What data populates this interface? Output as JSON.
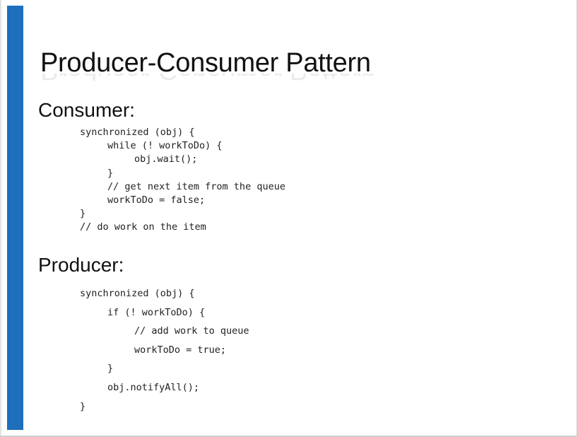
{
  "slide": {
    "title": "Producer-Consumer Pattern",
    "accent_color": "#1f6fba",
    "consumer": {
      "heading": "Consumer:",
      "code": [
        "synchronized (obj) {",
        "while (! workToDo) {",
        "obj.wait();",
        "}",
        "// get next item from the queue",
        "workToDo = false;",
        "}",
        "// do work on the item"
      ]
    },
    "producer": {
      "heading": "Producer:",
      "code": [
        "synchronized (obj) {",
        "if (! workToDo) {",
        "// add work to queue",
        "workToDo = true;",
        "}",
        "obj.notifyAll();",
        "}"
      ]
    }
  }
}
